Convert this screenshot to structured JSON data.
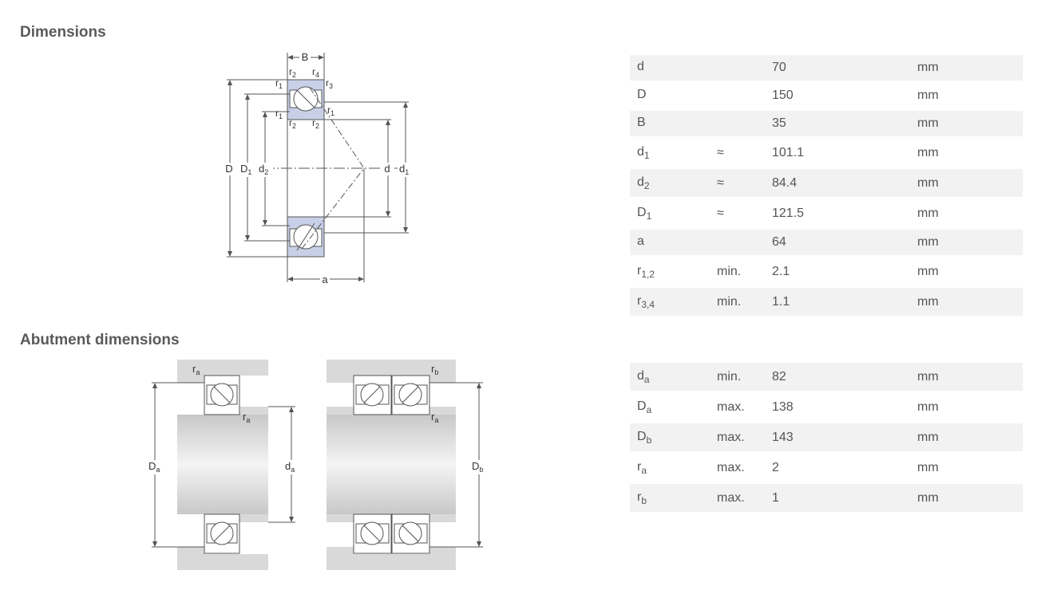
{
  "sections": {
    "dimensions_title": "Dimensions",
    "abutment_title": "Abutment dimensions"
  },
  "colors": {
    "ring_fill": "#c8d0e8",
    "shaft_fill": "#d9d9d9",
    "line": "#555555",
    "row_stripe": "#f2f2f2"
  },
  "dimension_labels": {
    "B": "B",
    "D": "D",
    "D1_main": "D",
    "D1_sub": "1",
    "d2_main": "d",
    "d2_sub": "2",
    "d": "d",
    "d1_main": "d",
    "d1_sub": "1",
    "a": "a",
    "r": "r",
    "sub1": "1",
    "sub2": "2",
    "sub3": "3",
    "sub4": "4"
  },
  "abutment_labels": {
    "r": "r",
    "D": "D",
    "d": "d",
    "sub_a": "a",
    "sub_b": "b"
  },
  "dimensions_table": [
    {
      "symbol": "d",
      "sub": "",
      "qualifier": "",
      "value": "70",
      "unit": "mm"
    },
    {
      "symbol": "D",
      "sub": "",
      "qualifier": "",
      "value": "150",
      "unit": "mm"
    },
    {
      "symbol": "B",
      "sub": "",
      "qualifier": "",
      "value": "35",
      "unit": "mm"
    },
    {
      "symbol": "d",
      "sub": "1",
      "qualifier": "≈",
      "value": "101.1",
      "unit": "mm"
    },
    {
      "symbol": "d",
      "sub": "2",
      "qualifier": "≈",
      "value": "84.4",
      "unit": "mm"
    },
    {
      "symbol": "D",
      "sub": "1",
      "qualifier": "≈",
      "value": "121.5",
      "unit": "mm"
    },
    {
      "symbol": "a",
      "sub": "",
      "qualifier": "",
      "value": "64",
      "unit": "mm"
    },
    {
      "symbol": "r",
      "sub": "1,2",
      "qualifier": "min.",
      "value": "2.1",
      "unit": "mm"
    },
    {
      "symbol": "r",
      "sub": "3,4",
      "qualifier": "min.",
      "value": "1.1",
      "unit": "mm"
    }
  ],
  "abutment_table": [
    {
      "symbol": "d",
      "sub": "a",
      "qualifier": "min.",
      "value": "82",
      "unit": "mm"
    },
    {
      "symbol": "D",
      "sub": "a",
      "qualifier": "max.",
      "value": "138",
      "unit": "mm"
    },
    {
      "symbol": "D",
      "sub": "b",
      "qualifier": "max.",
      "value": "143",
      "unit": "mm"
    },
    {
      "symbol": "r",
      "sub": "a",
      "qualifier": "max.",
      "value": "2",
      "unit": "mm"
    },
    {
      "symbol": "r",
      "sub": "b",
      "qualifier": "max.",
      "value": "1",
      "unit": "mm"
    }
  ]
}
